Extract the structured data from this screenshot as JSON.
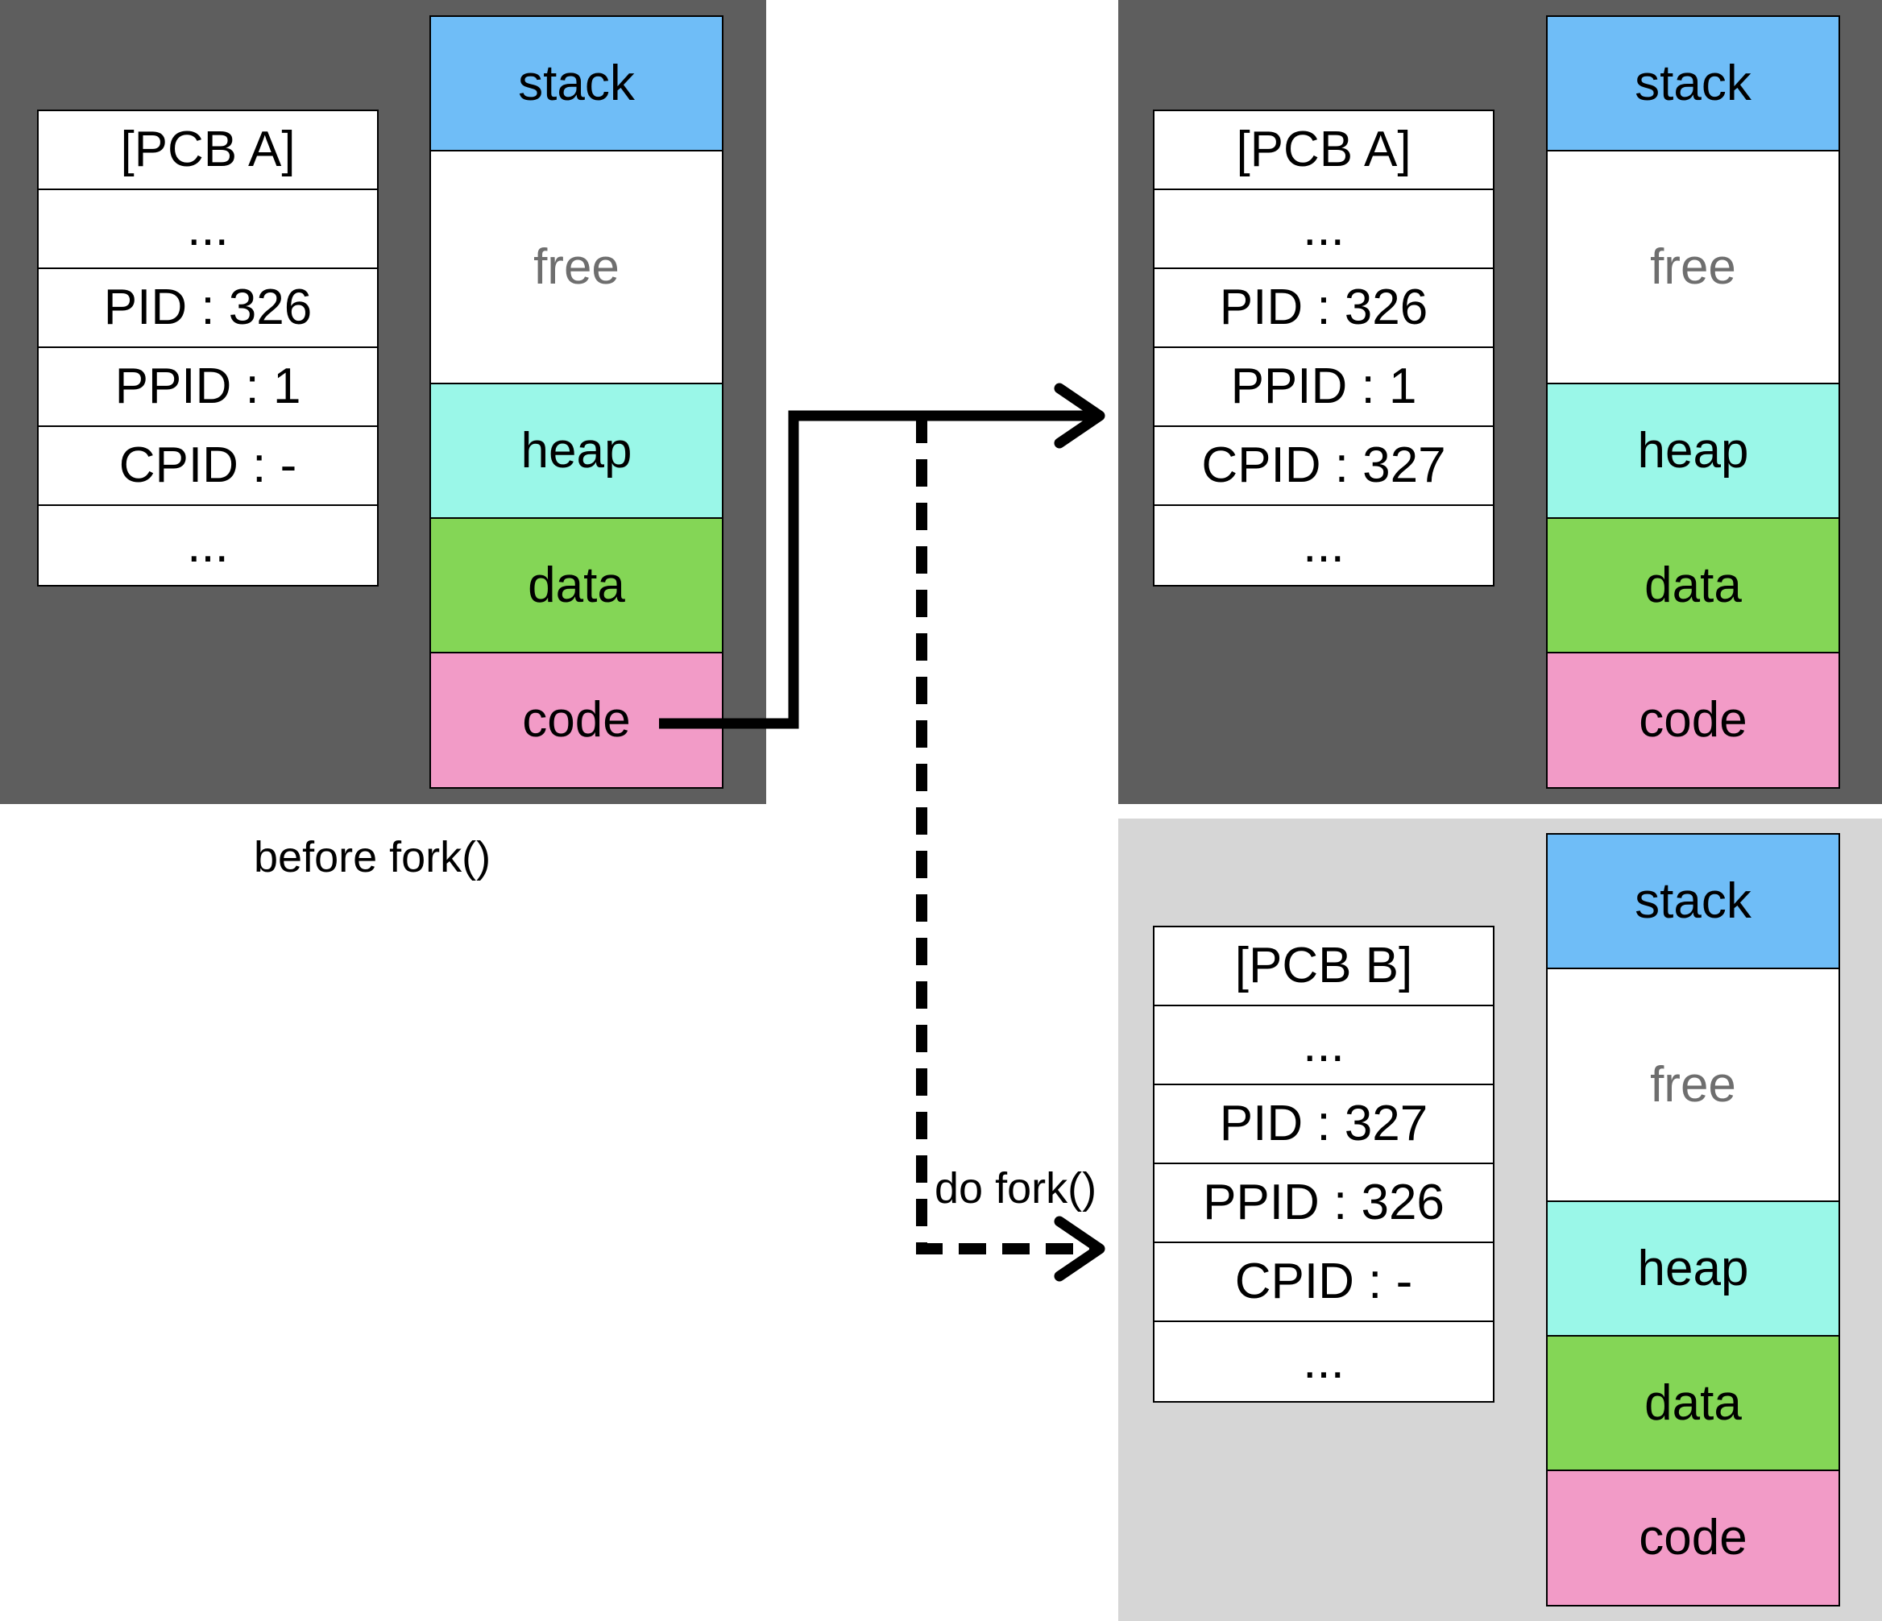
{
  "before": {
    "caption": "before fork()",
    "pcb_rows": [
      "[PCB A]",
      "...",
      "PID : 326",
      "PPID : 1",
      "CPID : -",
      "..."
    ],
    "segments": [
      "stack",
      "free",
      "heap",
      "data",
      "code"
    ]
  },
  "parent_after": {
    "pcb_rows": [
      "[PCB A]",
      "...",
      "PID : 326",
      "PPID : 1",
      "CPID : 327",
      "..."
    ],
    "segments": [
      "stack",
      "free",
      "heap",
      "data",
      "code"
    ]
  },
  "child_after": {
    "pcb_rows": [
      "[PCB B]",
      "...",
      "PID : 327",
      "PPID : 326",
      "CPID : -",
      "..."
    ],
    "segments": [
      "stack",
      "free",
      "heap",
      "data",
      "code"
    ]
  },
  "arrow_label": "do fork()",
  "colors": {
    "panel_dark": "#5e5e5e",
    "panel_light": "#d6d6d6",
    "stack": "#6fbdf7",
    "free": "#ffffff",
    "heap": "#9af7e8",
    "data": "#84d656",
    "code": "#f29bc7"
  }
}
